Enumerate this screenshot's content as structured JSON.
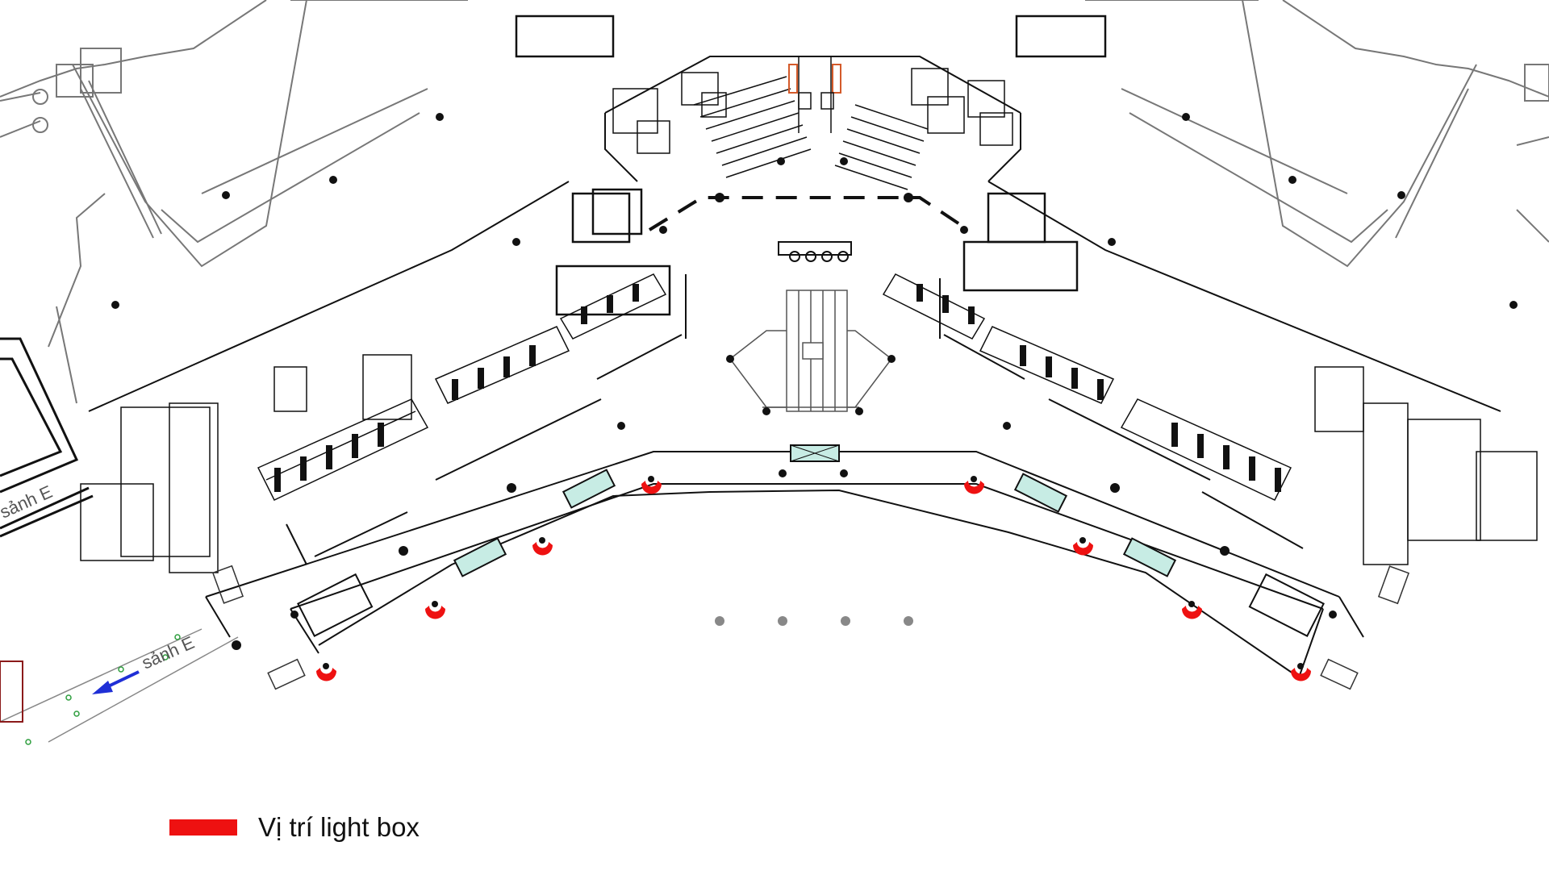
{
  "hall_label_left": "sảnh E",
  "hall_label_bottom": "sảnh E",
  "legend": {
    "label": "Vị trí light box",
    "color": "#ee1111"
  },
  "colors": {
    "wall": "#111111",
    "wall_gray": "#777777",
    "lightbox": "#ee1111",
    "glass": "#c7ece4",
    "arrow": "#1f2fd6",
    "planter": "#2e9e3e",
    "column_gray": "#888888"
  },
  "icons": {
    "direction": "arrow-left-down-icon",
    "lightbox": "lightbox-marker-icon",
    "column": "column-dot-icon"
  }
}
